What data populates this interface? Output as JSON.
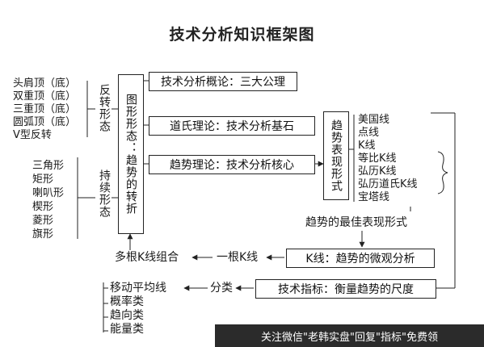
{
  "title": "技术分析知识框架图",
  "reversal": {
    "label": "反转形态",
    "items": [
      "头肩顶（底）",
      "双重顶（底）",
      "三重顶（底）",
      "圆弧顶（底）",
      "V型反转"
    ]
  },
  "continuation": {
    "label": "持续形态",
    "items": [
      "三角形",
      "矩形",
      "喇叭形",
      "楔形",
      "菱形",
      "旗形"
    ]
  },
  "pattern_box": "图形形态：趋势的转折",
  "overview_box": "技术分析概论：三大公理",
  "dow_box": "道氏理论：技术分析基石",
  "trend_box": "趋势理论：技术分析核心",
  "trend_forms": {
    "label": "趋势表现形式",
    "items": [
      "美国线",
      "点线",
      "K线",
      "等比K线",
      "弘历K线",
      "弘历道氏K线",
      "宝塔线"
    ]
  },
  "best_form": "趋势的最佳表现形式",
  "kline_box": "K线：趋势的微观分析",
  "single_kline": "一根K线",
  "multi_kline": "多根K线组合",
  "indicator_box": "技术指标：衡量趋势的尺度",
  "classify": "分类",
  "indicator_types": [
    "移动平均线",
    "概率类",
    "趋向类",
    "能量类"
  ],
  "watermark": "关注微信\"老韩实盘\"回复\"指标\"免费领"
}
